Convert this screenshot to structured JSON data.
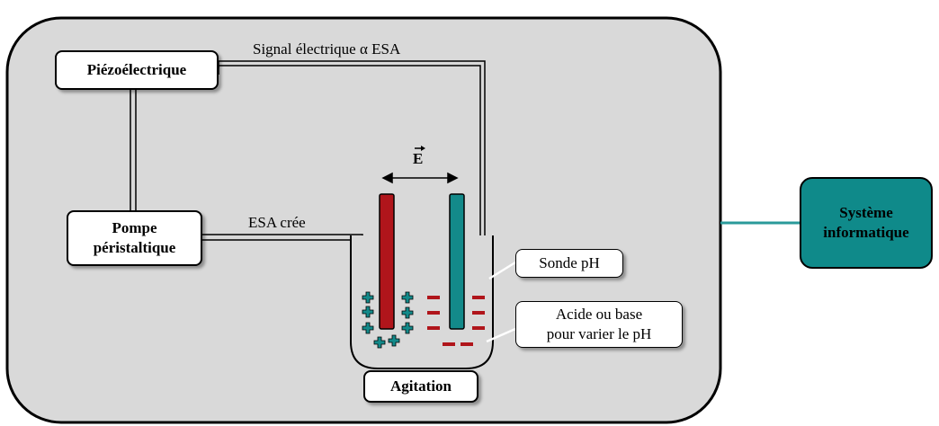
{
  "labels": {
    "piezo": "Piézoélectrique",
    "pump_line1": "Pompe",
    "pump_line2": "péristaltique",
    "signal": "Signal électrique α ESA",
    "esa_cree": "ESA crée",
    "field_symbol": "E",
    "sonde": "Sonde pH",
    "acide_line1": "Acide ou base",
    "acide_line2": "pour varier le pH",
    "agitation": "Agitation",
    "systeme_line1": "Système",
    "systeme_line2": "informatique"
  },
  "colors": {
    "panel_fill": "#d9d9d9",
    "positive_electrode": "#b0151b",
    "negative_electrode": "#138a8a",
    "plus_sign": "#138a8a",
    "minus_sign": "#b0151b",
    "system_box": "#0f8a8a",
    "connector_teal": "#2a9a9a"
  }
}
